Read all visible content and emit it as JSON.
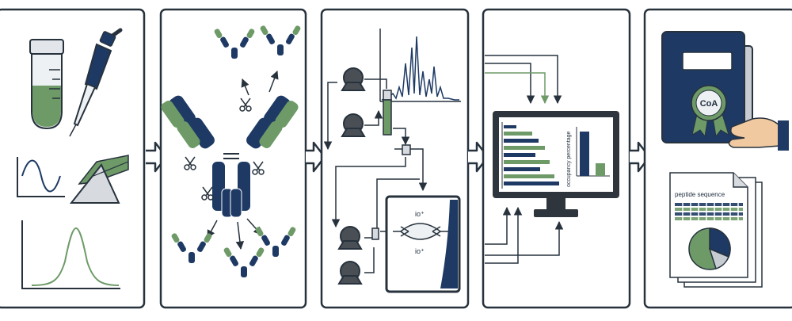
{
  "colors": {
    "navy": "#1e3a64",
    "green": "#6e9a68",
    "dark": "#27323d",
    "gray": "#5a5f66",
    "light_gray": "#d7dbe0",
    "skin": "#f0c9a0"
  },
  "panels": [
    {
      "id": "sample-prep",
      "icons": [
        "vial-icon",
        "pipette-icon",
        "sine-wave-icon",
        "prism-icon",
        "peak-chart-icon"
      ]
    },
    {
      "id": "antibody-digestion",
      "icons": [
        "antibody-icon",
        "scissors-icon",
        "fragment-icon"
      ]
    },
    {
      "id": "lc-ms",
      "icons": [
        "pump-icon",
        "column-icon",
        "chromatogram-icon",
        "ion-source-icon"
      ]
    },
    {
      "id": "data-analysis",
      "icons": [
        "monitor-icon",
        "bar-chart-icon"
      ]
    },
    {
      "id": "reporting",
      "icons": [
        "folder-icon",
        "seal-icon",
        "hand-icon",
        "document-stack-icon",
        "pie-chart-icon"
      ]
    }
  ],
  "labels": {
    "coa": "CoA",
    "peptide_sequence": "peptide sequence",
    "occupancy": "occupancy percentage",
    "ion_top": "io⁺",
    "ion_bottom": "io⁺"
  }
}
